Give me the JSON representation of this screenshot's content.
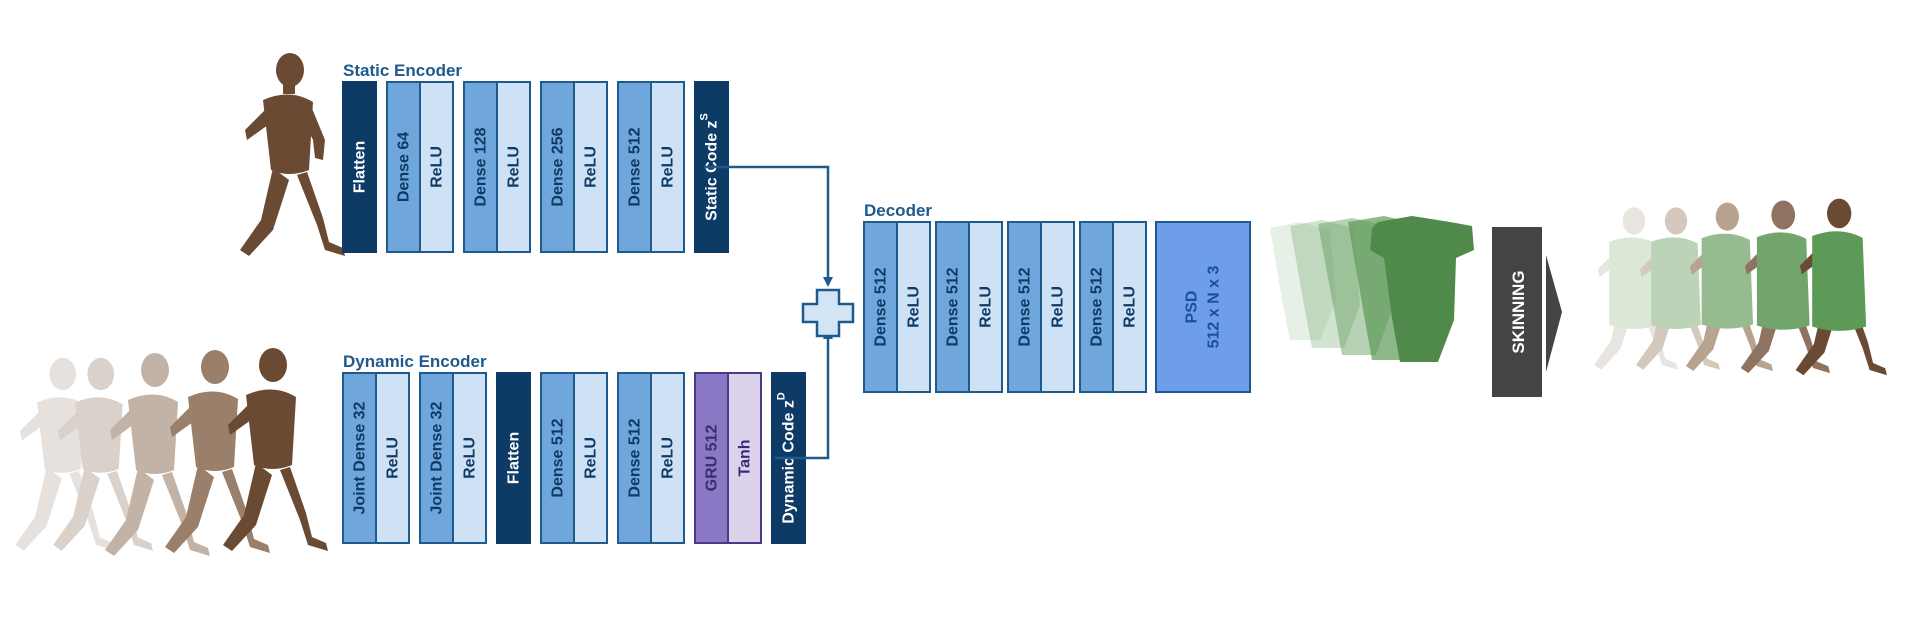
{
  "static_encoder": {
    "title": "Static Encoder",
    "layers": [
      "Flatten",
      "Dense 64",
      "ReLU",
      "Dense 128",
      "ReLU",
      "Dense 256",
      "ReLU",
      "Dense 512",
      "ReLU"
    ],
    "code_label": "Static Code z",
    "code_superscript": "S"
  },
  "dynamic_encoder": {
    "title": "Dynamic Encoder",
    "layers": [
      "Joint Dense 32",
      "ReLU",
      "Joint Dense 32",
      "ReLU",
      "Flatten",
      "Dense 512",
      "ReLU",
      "Dense 512",
      "ReLU",
      "GRU 512",
      "Tanh"
    ],
    "code_label": "Dynamic Code z",
    "code_superscript": "D"
  },
  "decoder": {
    "title": "Decoder",
    "layers": [
      "Dense 512",
      "ReLU",
      "Dense 512",
      "ReLU",
      "Dense 512",
      "ReLU",
      "Dense 512",
      "ReLU"
    ],
    "output_line1": "PSD",
    "output_line2": "512 x N x 3"
  },
  "skinning": {
    "label": "SKINNING"
  },
  "colors": {
    "dark_navy": "#0e3a66",
    "dense_blue": "#6fa6dc",
    "relu_blue": "#cfe2f5",
    "border_blue": "#1f5a8c",
    "gru_purple": "#8b78c4",
    "tanh_purple": "#dcd2ec",
    "psd_blue": "#6d9deb",
    "skin_brown": "#6b4a33",
    "garment_green": "#5d9a57",
    "skinning_gray": "#444444"
  },
  "icons": [
    "mannequin-figure",
    "garment-stack",
    "plus-icon",
    "arrow-icon"
  ]
}
